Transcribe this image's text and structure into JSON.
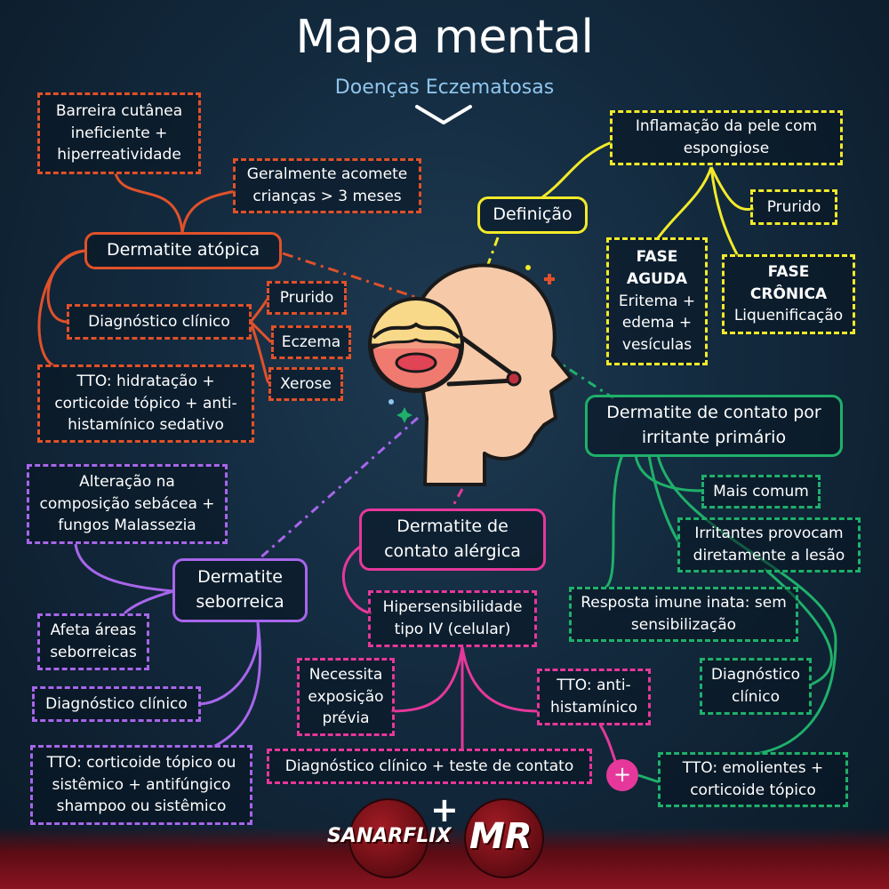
{
  "header": {
    "title": "Mapa mental",
    "subtitle": "Doenças Eczematosas"
  },
  "nodes": {
    "atopica": {
      "title": "Dermatite atópica",
      "barreira": "Barreira cutânea ineficiente + hiperreatividade",
      "criancas": "Geralmente acomete crianças > 3 meses",
      "diagnostico": "Diagnóstico clínico",
      "prurido": "Prurido",
      "eczema": "Eczema",
      "xerose": "Xerose",
      "tto": "TTO: hidratação + corticoide tópico + anti-histamínico sedativo"
    },
    "definicao": {
      "title": "Definição",
      "inflamacao": "Inflamação da pele com espongiose",
      "prurido": "Prurido",
      "fase_aguda_title": "FASE AGUDA",
      "fase_aguda_text": "Eritema + edema + vesículas",
      "fase_cronica_title": "FASE CRÔNICA",
      "fase_cronica_text": "Liquenificação"
    },
    "irritante": {
      "title": "Dermatite de contato por irritante primário",
      "mais_comum": "Mais comum",
      "irritantes": "Irritantes provocam diretamente a lesão",
      "resposta": "Resposta imune inata: sem sensibilização",
      "diagnostico": "Diagnóstico clínico",
      "tto": "TTO: emolientes + corticoide tópico"
    },
    "seborreica": {
      "title": "Dermatite seborreica",
      "alteracao": "Alteração na composição sebácea + fungos Malassezia",
      "afeta": "Afeta áreas seborreicas",
      "diagnostico": "Diagnóstico clínico",
      "tto": "TTO: corticoide tópico ou sistêmico + antifúngico shampoo ou sistêmico"
    },
    "alergica": {
      "title": "Dermatite de contato alérgica",
      "hiper": "Hipersensibilidade tipo IV (celular)",
      "necessita": "Necessita exposição prévia",
      "anti": "TTO: anti-histamínico",
      "diagnostico": "Diagnóstico clínico + teste de contato"
    }
  },
  "footer": {
    "logo_left": "SANARFLIX",
    "logo_right": "MR"
  },
  "colors": {
    "atopica": "#e0512a",
    "definicao": "#f2ea2a",
    "irritante": "#1fb06a",
    "seborreica": "#a766ea",
    "alergica": "#e6389b"
  }
}
